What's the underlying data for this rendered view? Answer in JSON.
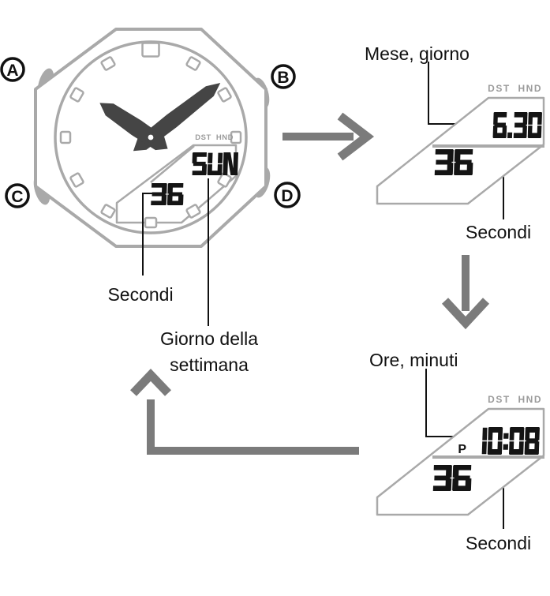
{
  "colors": {
    "outline": "#a9a9a9",
    "arrow": "#7b7b7b",
    "lcd": "#141414",
    "indicator": "#9b9b9b",
    "ink": "#111111",
    "hands": "#454545"
  },
  "watch": {
    "buttons": [
      {
        "label": "A"
      },
      {
        "label": "B"
      },
      {
        "label": "C"
      },
      {
        "label": "D"
      }
    ],
    "lcd": {
      "indicators": "DST HND",
      "day": "SUN",
      "seconds": "36"
    },
    "seconds_label": "Secondi",
    "weekday_label_line1": "Giorno della",
    "weekday_label_line2": "settimana"
  },
  "panel1": {
    "title": "Mese, giorno",
    "indicators": "DST HND",
    "value": "6.30",
    "seconds": "36",
    "seconds_label": "Secondi"
  },
  "panel2": {
    "title": "Ore, minuti",
    "indicators": "DST HND",
    "pm_indicator": "P",
    "value": "10:08",
    "seconds": "36",
    "seconds_label": "Secondi"
  }
}
